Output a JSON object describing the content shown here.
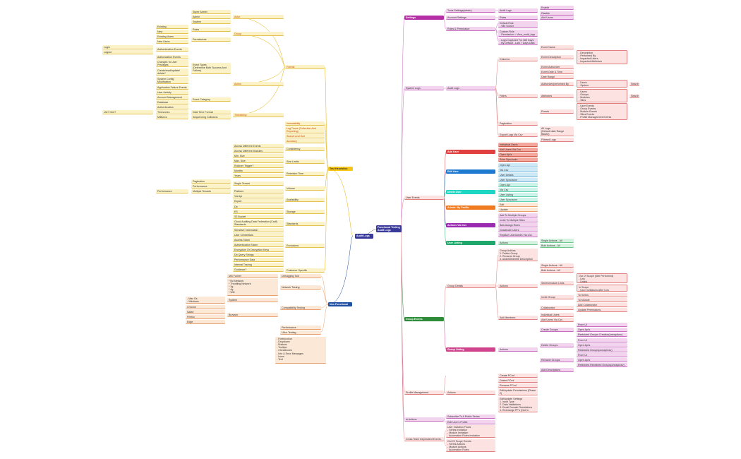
{
  "root": {
    "label": "Audit Logs"
  },
  "branches": [
    {
      "label": "Functional Testing\nAudit Logs"
    },
    {
      "label": "Test Heuristics"
    },
    {
      "label": "Non Functional"
    }
  ],
  "right": {
    "settings": {
      "label": "Settings"
    },
    "system_logs": {
      "label": "System Logs"
    },
    "user_events": {
      "label": "User Events"
    },
    "group_events": {
      "label": "Group Events"
    },
    "profile_management": {
      "label": "Profile Management"
    },
    "ia_actions": {
      "label": "ia Actions"
    },
    "cross_team": {
      "label": "Cross Team Dependent Events"
    }
  },
  "labels": {
    "tools_settings": "Tools Settings(admin)",
    "account_settings": "Account Settings",
    "roles_permission": "Roles & Permission",
    "audit_logs": "Audit Logs",
    "enable": "Enable",
    "disable": "Disable",
    "create_default": "Create (Default)",
    "add_users": "Add Users",
    "roles": "Roles",
    "default_role": "Default Role\n- Site Owner",
    "custom_role": "Custom Role\n- Permission = View_audit_logs",
    "logs_captured": "- Logs Captured For 365 Days\n- By Default - Last 7 Days Data",
    "columns": "Columns",
    "event_name": "Event Name",
    "event_description": "Event Description",
    "desc_list": "- Description\n- Performed By\n- Impacted Users\n- Impacted Attributes",
    "event_authorizer": "Event Authorizer",
    "event_date_time": "Event Date & Time",
    "date_range": "Date Range",
    "filters": "Filters",
    "authorizer_performed": "Authorizer/performed By",
    "users_system": "- Users\n- System",
    "search": "Search",
    "attributes": "Attributes",
    "attr_list": "- Users\n- Groups\n- Modules\n- Sites",
    "events": "Events",
    "events_list": "- User Events\n- Group Events\n- Module Events\n- Sites Events\n- Profile Management Events",
    "pagination": "Pagination",
    "export_logs": "Export Logs Via Csv",
    "all_logs": "All Logs\n(Default date Range\nBased)",
    "filtered_logs": "Filtered Logs",
    "individual_users": "Individual Users",
    "add_users_csv": "Add Users Via Csv",
    "open_apis": "Open Api's",
    "scim_sync": "Scim Sync/scim",
    "open_api": "Open Api",
    "via_csv": "Via Csv",
    "user_details": "User Details",
    "user_sync": "User Sync/scim",
    "user_listing": "User Listing",
    "edit": "Edit",
    "update": "Update",
    "add_multiple_groups": "Add To Multiple Groups",
    "invite_multiple_sites": "Invite To Multiple Sites",
    "bulk_assign": "Bulk Assign Roles",
    "deactivate_users": "Deactivate Users",
    "replace_usernames": "Replace Usernames Via Csv",
    "actions": "Actions",
    "single_all": "Single Actions - All",
    "bulk_all": "Bulk Actions - All",
    "add_user": "Add User",
    "edit_user": "Edit User",
    "delete_user": "Delete User",
    "admin_profile": "Admin: My Profile",
    "actions_via_csv": "Actions Via Csv",
    "user_listing_cat": "User Listing",
    "group_actions": "Group Actions\n1. Delete Group\n2. Rename Group\n3. Add/edit/delete Description",
    "group_details": "Group Details",
    "series_module_links": "Series/module Links",
    "out_scope": "Out Of Scope (Site Performed)\n- Link\n- Unlink",
    "in_scope": "In Scope\n- User Invitations After Link",
    "to_series": "To Series",
    "to_module": "To Module",
    "invite_group": "Invite Group",
    "add_collab": "Add Collaborator",
    "update_perms": "Update Permissions",
    "collaborator": "Collaborator",
    "individual_users2": "Individual Users",
    "add_users_csv2": "Add Users Via Csv",
    "add_members": "Add Members",
    "group_listing": "Group Listing",
    "create_groups": "Create Groups",
    "from_ui": "From UI",
    "restricted_create": "Restricted Groups Creation(oneapi/csv)",
    "delete_groups": "Delete Groups",
    "restricted_delete": "Restricted Groups(oneapi/csv)",
    "rename_groups": "Rename Groups",
    "restricted_rename": "Restricted Restricted Groups(oneapi/csv)",
    "add_descriptions": "Add Descriptions",
    "create_pcmf": "Create PCmf",
    "delete_pcmf": "Delete PCmf",
    "rename_pcmf": "Rename PCmf",
    "edit_perm": "Edit/update Permissions (Phase 2)",
    "edit_settings": "Edit/update Settings\n1. Input Type\n2. Data Validations\n3. Email Domain Restrictions\n4. Rearrange PF's (Not In Scope)",
    "subscribe_public": "Subscribe To A Public Series",
    "edit_user_profile": "Edit User's Profile",
    "user_inv_flows": "User Invitation Flows\n- Series Invitation\n- Module Invitation\n- Automation Rules Invitation",
    "out_scope_events": "Out Of Scope Events\n- Series Actions\n- Module Actions\n- Automation Rules",
    "super_admin": "Super Admin",
    "admin": "Admin",
    "system": "System",
    "actor": "Actor",
    "roles_l": "Roles",
    "permissions": "Permissions",
    "group": "Group",
    "existing": "Existing",
    "new": "New",
    "existing_users": "Existing Users",
    "new_users": "New Users",
    "login": "Login",
    "logout": "Logout",
    "auth_events": "Authentication Events",
    "authz_events": "Authorization Events",
    "changes_privileges": "Changes To User\nPrivileges",
    "crud_ops": "Create/read/update/\ndelete?",
    "system_config": "System Config\nModification",
    "app_failure": "Application Failure Events",
    "user_activity": "User Activity",
    "account_mgmt": "Account Management",
    "database": "Database",
    "authentication": "Authentication",
    "event_types": "Event Types\n(Determine Both Success And\nFailure)",
    "event_category": "Event Category",
    "action": "Action",
    "format": "Format",
    "utc_gmt": "Utc? Gmt?",
    "timezone": "Timezones",
    "date_time_format": "Date Time Format",
    "timestamp": "Timestamp",
    "millisecs": "Millisecs",
    "sequencing": "Sequencing Collisions",
    "immutability": "Immutability",
    "log_times": "Log Times (Collection And\nReporting)",
    "search_sort": "Search And Sort",
    "accuracy": "Accuracy",
    "across_events": "Across Different Events",
    "across_modules": "Across Different Modules",
    "consistency": "Consistency",
    "min_size": "Min. Size",
    "max_size": "Max. Size",
    "rollover": "Rollover Trigger?",
    "size_limits": "Size Limits",
    "months": "Months",
    "years": "Years",
    "retention": "Retention Time",
    "pagination_l": "Pagination",
    "performance_l": "Performance",
    "single_tenant": "Single Tenant",
    "volume": "Volume",
    "performance": "Performance",
    "multiple_tenants": "Multiple Tenants",
    "platform": "Platform",
    "via_api": "Via Api",
    "export": "Export",
    "availability": "Availability",
    "db": "Db",
    "es": "ES",
    "s3_bucket": "S3 Bucket",
    "storage": "Storage",
    "cloud_auditing": "Cloud Auditing Data Federation (Cadf)\nStandards",
    "standards": "Standards",
    "sensitive_info": "Sensitive Information",
    "user_credentials": "User Credentials",
    "access_token": "Access Token",
    "auth_token": "Authentication Token",
    "encryption_keys": "Encryption Or Decryption Keys",
    "db_query": "Db Query Strings",
    "perf_data": "Performance Data",
    "internal_tracing": "Internal Tracing",
    "exclusions": "Exclusions",
    "guidance": "Guidance?",
    "customer_specific": "Customer Specific",
    "min_funnel": "Min Funnel",
    "debugging_tool": "Debugging Tool",
    "network_list": "* No Network\n* Throttling Network\n* 3g\n* 4g\n* Wifi",
    "network_testing": "Network Testing",
    "mac_windows": "- Mac Os\n- Windows",
    "system_l": "System",
    "chrome": "Chrome",
    "safari": "Safari",
    "firefox": "Firefox",
    "edge": "Edge",
    "browser": "Browser",
    "compat_testing": "Compatibility Testing",
    "performance_nf": "Performance",
    "ui_ux": "Ui/ux Testing",
    "ui_list": "- Fonts/colour\n- Dropdown\n- Buttons\n- Tooltips\n- Checkboxes\n- Info & Error Messages\n- Icons\n- Text"
  }
}
